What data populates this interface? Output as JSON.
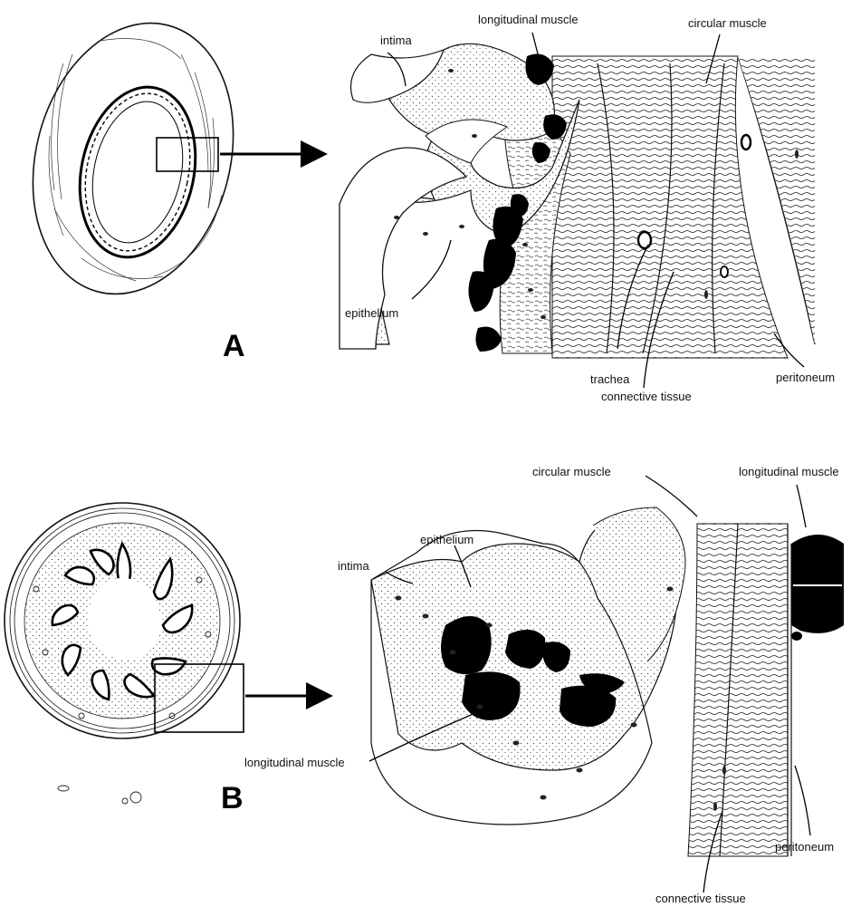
{
  "panels": {
    "a": {
      "letter": "A",
      "labels": {
        "intima": "intima",
        "longitudinal_muscle": "longitudinal muscle",
        "circular_muscle": "circular muscle",
        "epithelium": "epithelium",
        "trachea": "trachea",
        "connective_tissue": "connective tissue",
        "peritoneum": "peritoneum"
      }
    },
    "b": {
      "letter": "B",
      "labels": {
        "circular_muscle": "circular muscle",
        "longitudinal_muscle_outer": "longitudinal muscle",
        "epithelium": "epithelium",
        "intima": "intima",
        "longitudinal_muscle_inner": "longitudinal muscle",
        "peritoneum": "peritoneum",
        "connective_tissue": "connective tissue"
      }
    }
  },
  "colors": {
    "ink": "#111111",
    "paper": "#ffffff",
    "muscle_fill": "#000000",
    "stipple": "#555555"
  }
}
